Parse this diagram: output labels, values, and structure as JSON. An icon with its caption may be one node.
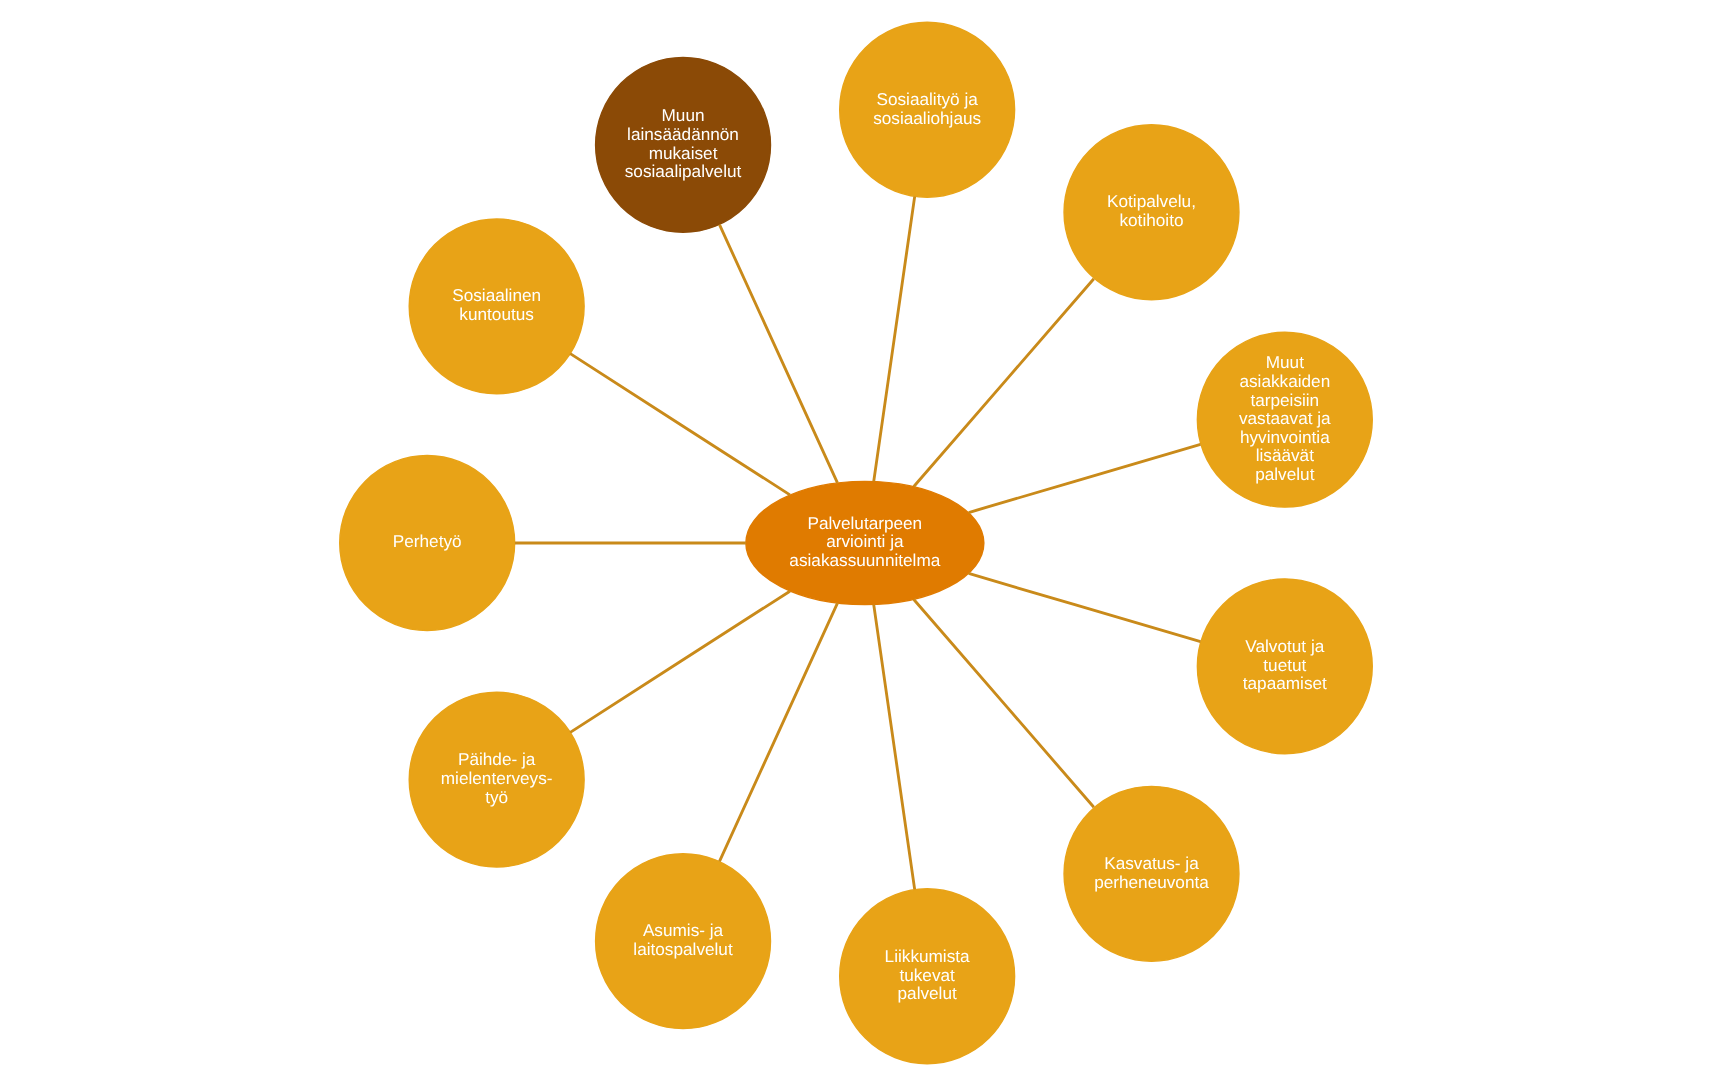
{
  "diagram": {
    "nodes": [
      {
        "text": [
          "Palvelutarpeen arviointi ja asiakassuunnitelma"
        ]
      },
      {
        "text": [
          "Muut asiakkaiden tarpeisiin vastaavat ja hyvinvointia lisäävät palvelut"
        ]
      },
      {
        "text": [
          "Kotipalvelu, kotihoito"
        ]
      },
      {
        "text": [
          "Sosiaalityö ja sosiaaliohjaus"
        ]
      },
      {
        "text": [
          "Muun lainsäädännön mukaiset sosiaalipalvelut"
        ]
      },
      {
        "text": [
          "Sosiaalinen kuntoutus"
        ]
      },
      {
        "text": [
          "Perhetyö"
        ]
      },
      {
        "text": [
          "Päihde- ja mielenterveys- työ"
        ]
      },
      {
        "text": [
          "Asumis- ja laitospalvelut"
        ]
      },
      {
        "text": [
          "Liikkumista tukevat palvelut"
        ]
      },
      {
        "text": [
          "Kasvatus- ja perheneuvonta"
        ]
      },
      {
        "text": [
          "Valvotut ja tuetut tapaamiset"
        ]
      }
    ],
    "edges": [
      {
        "from": 0,
        "to": 1,
        "arrow": "none"
      },
      {
        "from": 0,
        "to": 2,
        "arrow": "none"
      },
      {
        "from": 0,
        "to": 3,
        "arrow": "none"
      },
      {
        "from": 0,
        "to": 4,
        "arrow": "none"
      },
      {
        "from": 0,
        "to": 5,
        "arrow": "none"
      },
      {
        "from": 0,
        "to": 6,
        "arrow": "none"
      },
      {
        "from": 0,
        "to": 7,
        "arrow": "none"
      },
      {
        "from": 0,
        "to": 8,
        "arrow": "none"
      },
      {
        "from": 0,
        "to": 9,
        "arrow": "none"
      },
      {
        "from": 0,
        "to": 10,
        "arrow": "none"
      },
      {
        "from": 0,
        "to": 11,
        "arrow": "none"
      }
    ]
  }
}
